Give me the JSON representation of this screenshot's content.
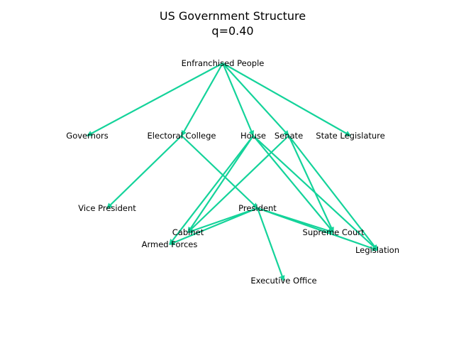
{
  "title": "US Government Structure",
  "subtitle": "q=0.40",
  "edge_color": "#14d39a",
  "nodes": [
    {
      "id": "people",
      "label": "Enfranchised People"
    },
    {
      "id": "governors",
      "label": "Governors"
    },
    {
      "id": "electoral",
      "label": "Electoral College"
    },
    {
      "id": "house",
      "label": "House"
    },
    {
      "id": "senate",
      "label": "Senate"
    },
    {
      "id": "statelegis",
      "label": "State Legislature"
    },
    {
      "id": "vp",
      "label": "Vice President"
    },
    {
      "id": "president",
      "label": "President"
    },
    {
      "id": "cabinet",
      "label": "Cabinet"
    },
    {
      "id": "armed",
      "label": "Armed Forces"
    },
    {
      "id": "supreme",
      "label": "Supreme Court"
    },
    {
      "id": "legislation",
      "label": "Legislation"
    },
    {
      "id": "exec",
      "label": "Executive Office"
    }
  ],
  "edges": [
    [
      "people",
      "governors"
    ],
    [
      "people",
      "electoral"
    ],
    [
      "people",
      "house"
    ],
    [
      "people",
      "senate"
    ],
    [
      "people",
      "statelegis"
    ],
    [
      "electoral",
      "vp"
    ],
    [
      "electoral",
      "president"
    ],
    [
      "house",
      "cabinet"
    ],
    [
      "house",
      "armed"
    ],
    [
      "house",
      "supreme"
    ],
    [
      "house",
      "legislation"
    ],
    [
      "senate",
      "cabinet"
    ],
    [
      "senate",
      "supreme"
    ],
    [
      "senate",
      "legislation"
    ],
    [
      "president",
      "cabinet"
    ],
    [
      "president",
      "armed"
    ],
    [
      "president",
      "supreme"
    ],
    [
      "president",
      "legislation"
    ],
    [
      "president",
      "exec"
    ]
  ]
}
